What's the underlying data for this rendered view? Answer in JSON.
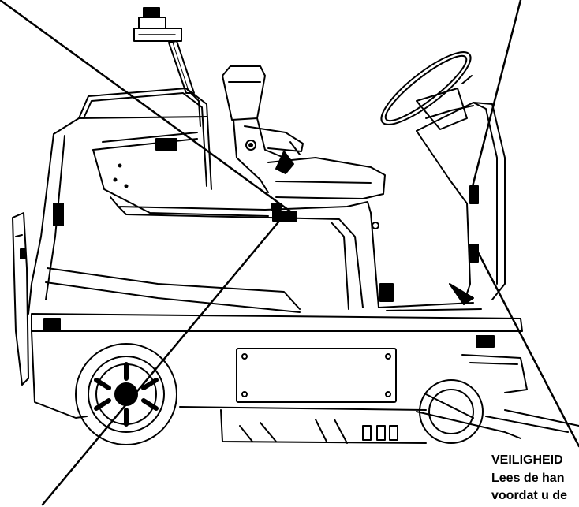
{
  "figure": {
    "subject": "ride-on floor sweeper, side view line drawing",
    "stroke_color": "#000000",
    "background_color": "#ffffff"
  },
  "callout": {
    "line1": "VEILIGHEID",
    "line2": "Lees de han",
    "line3": "voordat u de"
  }
}
